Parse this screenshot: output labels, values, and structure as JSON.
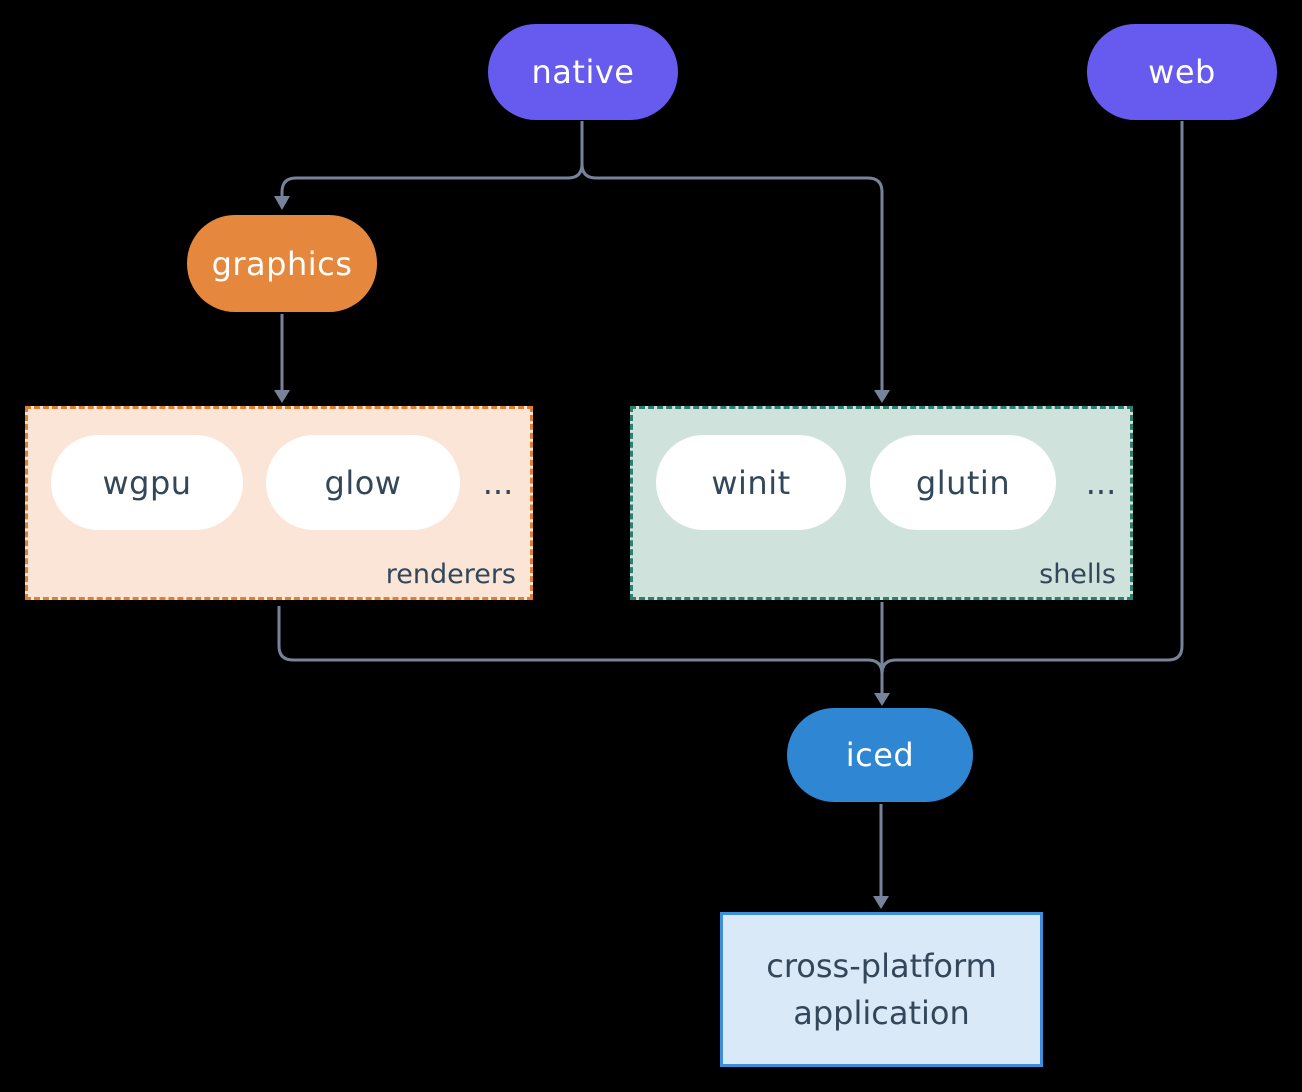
{
  "diagram": {
    "background": "#000000",
    "nodes": {
      "native": {
        "label": "native",
        "color": "#665AEF"
      },
      "web": {
        "label": "web",
        "color": "#665AEF"
      },
      "graphics": {
        "label": "graphics",
        "color": "#E5873D"
      },
      "iced": {
        "label": "iced",
        "color": "#2F86D3"
      },
      "application": {
        "line1": "cross-platform",
        "line2": "application",
        "fill": "#D9E9F8",
        "border": "#3E8EDE"
      }
    },
    "groups": {
      "renderers": {
        "label": "renderers",
        "items": [
          "wgpu",
          "glow"
        ],
        "ellipsis": "...",
        "fill": "#FAE5D7",
        "border": "#E0802F"
      },
      "shells": {
        "label": "shells",
        "items": [
          "winit",
          "glutin"
        ],
        "ellipsis": "...",
        "fill": "#D0E2DC",
        "border": "#2B8070"
      }
    },
    "edges": {
      "color": "#76839B",
      "connections": [
        "native -> graphics",
        "native -> shells",
        "graphics -> renderers",
        "renderers -> iced",
        "shells -> iced",
        "web -> iced",
        "iced -> application"
      ]
    },
    "text_color_dark": "#33475A",
    "text_color_light": "#FFFFFF"
  }
}
